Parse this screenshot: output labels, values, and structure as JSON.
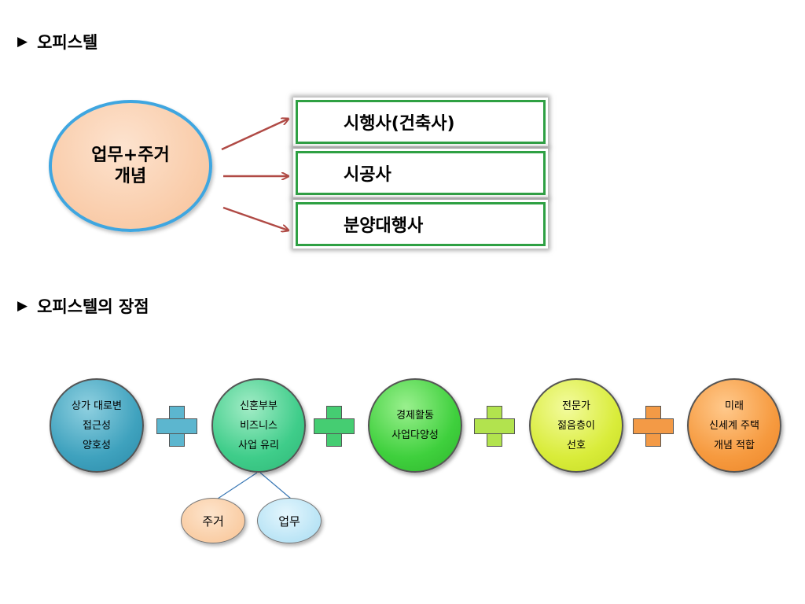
{
  "section1": {
    "marker": "▶",
    "title": "오피스텔"
  },
  "concept": {
    "line1": "업무+주거",
    "line2": "개념"
  },
  "roles": [
    {
      "label": "시행사(건축사)"
    },
    {
      "label": "시공사"
    },
    {
      "label": "분양대행사"
    }
  ],
  "section2": {
    "marker": "▶",
    "title": "오피스텔의 장점"
  },
  "advantages": [
    {
      "lines": [
        "상가 대로변",
        "접근성",
        "양호성"
      ]
    },
    {
      "lines": [
        "신혼부부",
        "비즈니스",
        "사업 유리"
      ]
    },
    {
      "lines": [
        "경제활동",
        "사업다양성"
      ]
    },
    {
      "lines": [
        "전문가",
        "젊음층이",
        "선호"
      ]
    },
    {
      "lines": [
        "미래",
        "신세계 주택",
        "개념 적합"
      ]
    }
  ],
  "sub_items": [
    {
      "label": "주거"
    },
    {
      "label": "업무"
    }
  ],
  "colors": {
    "arrow": "#b04a45",
    "box_border": "#2ea043",
    "concept_border": "#3fa6e0",
    "connector": "#3a78b5"
  }
}
